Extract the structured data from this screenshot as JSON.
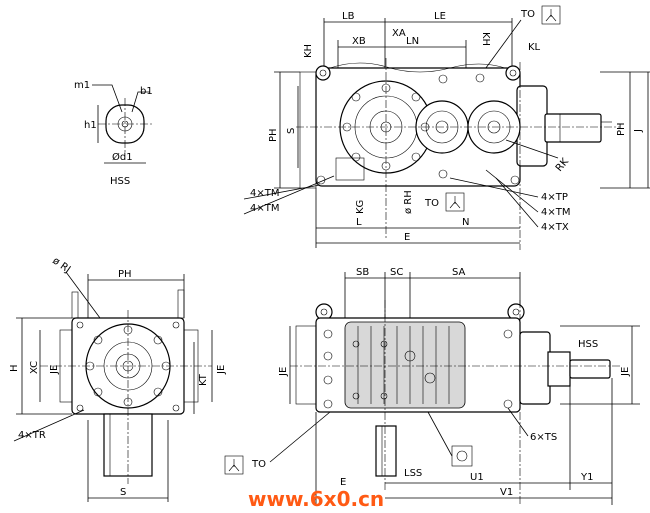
{
  "labels": {
    "m1": "m1",
    "b1": "b1",
    "h1": "h1",
    "d1": "Ød1",
    "hss_small": "HSS",
    "lb": "LB",
    "xa": "XA",
    "le": "LE",
    "xb": "XB",
    "ln": "LN",
    "kh_left": "KH",
    "kh_right": "KH",
    "kl": "KL",
    "to_top": "TO",
    "ph_top": "PH",
    "s_top": "S",
    "ph_right": "PH",
    "j": "J",
    "rk": "RK",
    "tm1": "4×TM",
    "tm2": "4×TM",
    "kg": "KG",
    "rh": "ø RH",
    "to_mid": "TO",
    "tp": "4×TP",
    "tm3": "4×TM",
    "tx": "4×TX",
    "l": "L",
    "n": "N",
    "e": "E",
    "rj": "ø RJ",
    "ph_side": "PH",
    "h": "H",
    "xc": "XC",
    "je_side_left": "JE",
    "kt": "KT",
    "je_side_right": "JE",
    "tr": "4×TR",
    "s_side": "S",
    "sb": "SB",
    "sc": "SC",
    "sa": "SA",
    "je_bottom_left": "JE",
    "hss_bottom": "HSS",
    "je_bottom_right": "JE",
    "ts": "6×TS",
    "to_bottom": "TO",
    "lss": "LSS",
    "u1": "U1",
    "v1": "V1",
    "y1": "Y1",
    "e_bottom": "E"
  },
  "watermark": "www.6x0.cn",
  "colors": {
    "watermark": "#ff5a14",
    "line": "#000000",
    "hatch": "#d8d8d8"
  }
}
